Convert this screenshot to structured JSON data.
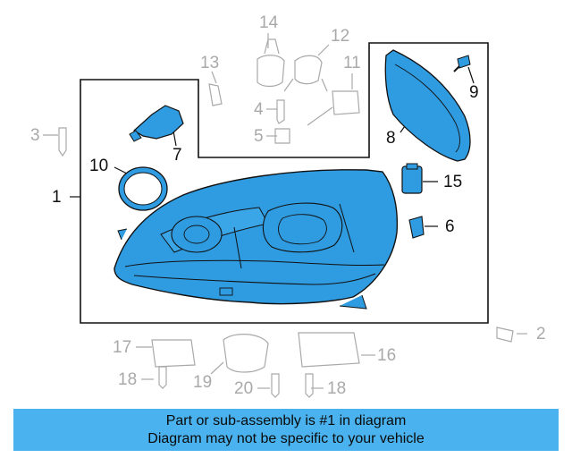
{
  "callouts": {
    "n1": "1",
    "n2": "2",
    "n3": "3",
    "n4": "4",
    "n5": "5",
    "n6": "6",
    "n7": "7",
    "n8": "8",
    "n9": "9",
    "n10": "10",
    "n11": "11",
    "n12": "12",
    "n13": "13",
    "n14": "14",
    "n15": "15",
    "n16": "16",
    "n17": "17",
    "n18a": "18",
    "n18b": "18",
    "n19": "19",
    "n20": "20"
  },
  "banner": {
    "line1": "Part or sub-assembly is #1 in diagram",
    "line2": "Diagram may not be specific to your vehicle"
  },
  "colors": {
    "highlight": "#4ab3ef",
    "part_fill": "#2f9be0",
    "outline": "#111111",
    "ghost": "#a9a9a9"
  }
}
